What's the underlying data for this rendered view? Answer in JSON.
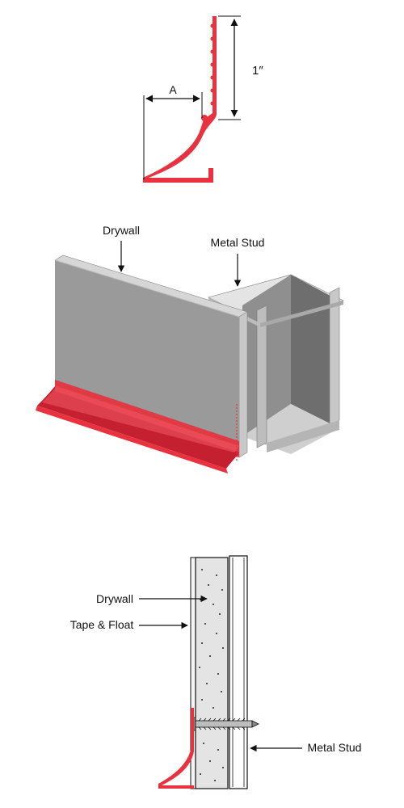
{
  "colors": {
    "trim_red": "#e8323f",
    "trim_red_dark": "#c42030",
    "drywall_face": "#9a9a9a",
    "drywall_top": "#cfcfcf",
    "stud_light": "#d9d9d9",
    "stud_mid": "#a8a8a8",
    "stud_dark": "#6e6e6e",
    "section_fill": "#e6e6e6",
    "line": "#111111"
  },
  "profile": {
    "dimension_height_label": "1″",
    "dimension_a_label": "A"
  },
  "isometric": {
    "drywall_label": "Drywall",
    "metal_stud_label": "Metal Stud"
  },
  "section": {
    "drywall_label": "Drywall",
    "tape_float_label": "Tape & Float",
    "metal_stud_label": "Metal Stud"
  },
  "icons": [
    "arrow-icon"
  ]
}
